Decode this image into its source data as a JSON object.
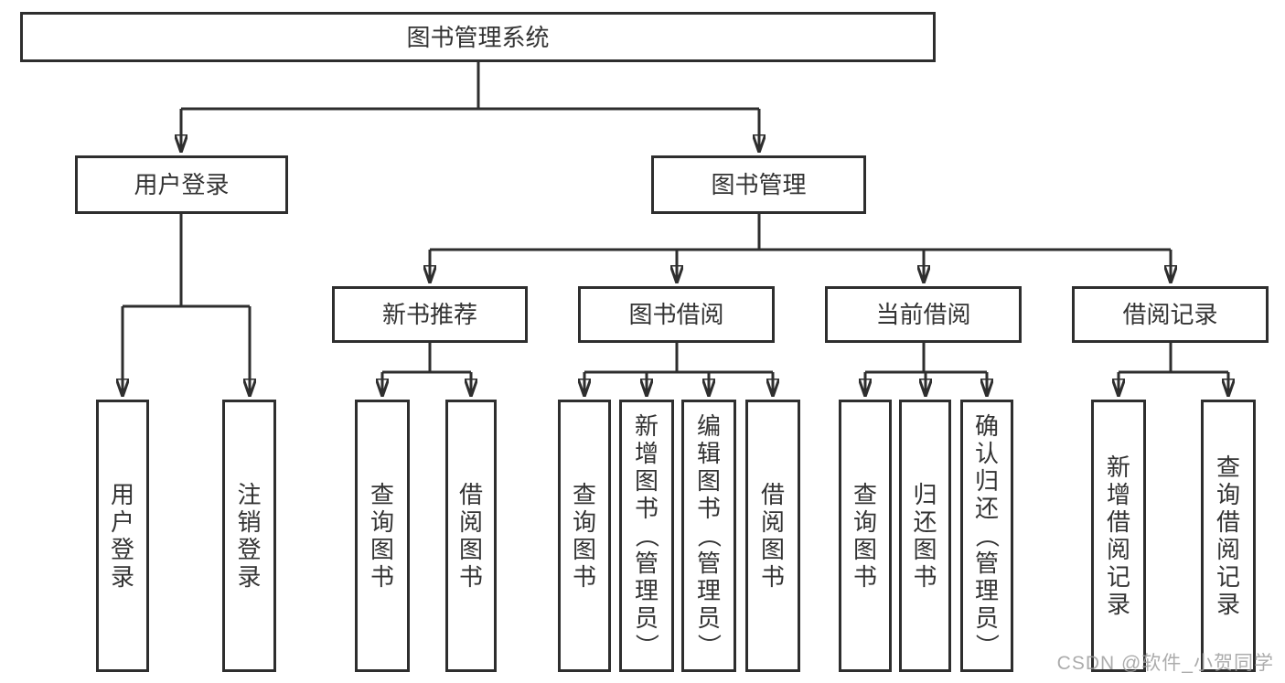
{
  "diagram": {
    "root": "图书管理系统",
    "user_branch": {
      "label": "用户登录",
      "children": [
        "用户登录",
        "注销登录"
      ]
    },
    "book_branch": {
      "label": "图书管理",
      "sections": [
        {
          "label": "新书推荐",
          "children": [
            "查询图书",
            "借阅图书"
          ]
        },
        {
          "label": "图书借阅",
          "children": [
            "查询图书",
            "新增图书（管理员）",
            "编辑图书（管理员）",
            "借阅图书"
          ]
        },
        {
          "label": "当前借阅",
          "children": [
            "查询图书",
            "归还图书",
            "确认归还（管理员）"
          ]
        },
        {
          "label": "借阅记录",
          "children": [
            "新增借阅记录",
            "查询借阅记录"
          ]
        }
      ]
    },
    "colors": {
      "line": "#2e2e2e",
      "text": "#333333",
      "watermark": "#9e9e9e"
    }
  },
  "watermark": "CSDN @软件_小贺同学"
}
